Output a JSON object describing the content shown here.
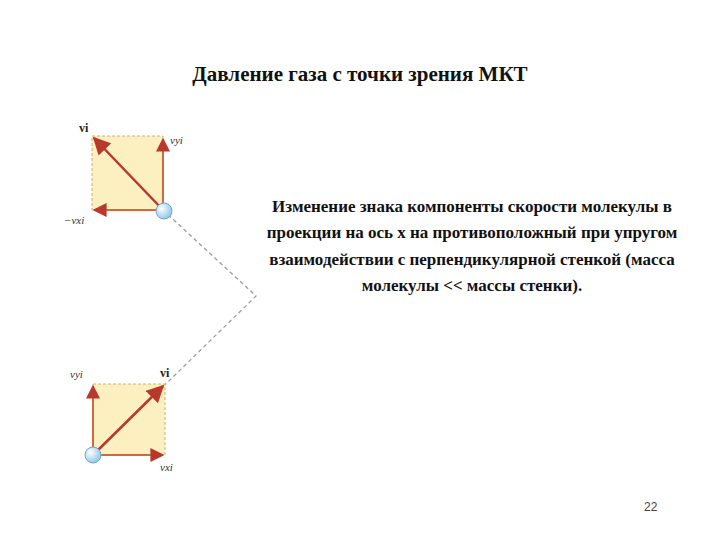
{
  "diagram": {
    "title": "Давление газа с точки зрения МКТ",
    "labels": [
      "Изменение знака компоненты скорости молекулы в проекции на ось x на противоположный при упругом взаимодействии с перпендикулярной стенкой (масса молекулы << массы стенки).",
      "vi",
      "vyi",
      "−vxi",
      "vyi",
      "vi",
      "vxi",
      "22"
    ]
  }
}
